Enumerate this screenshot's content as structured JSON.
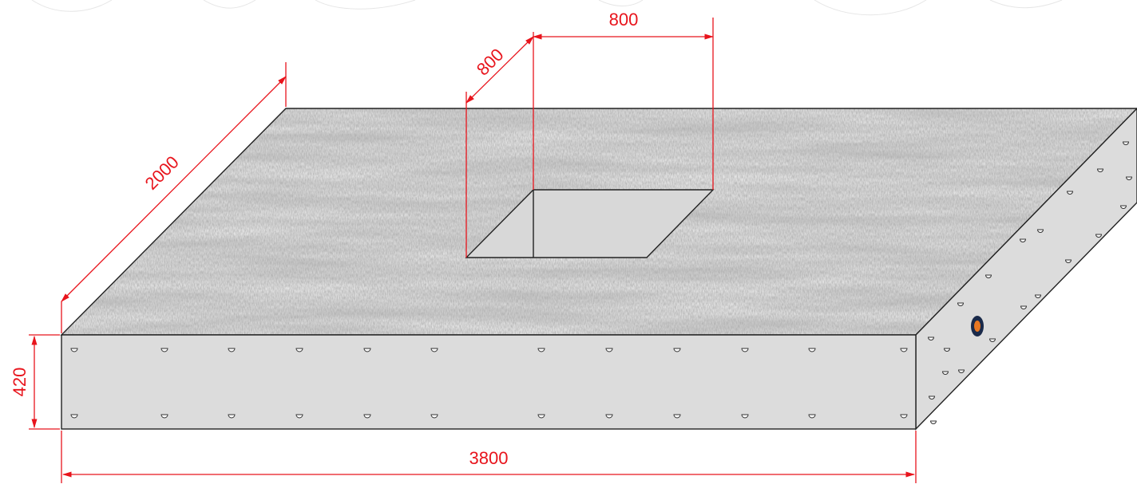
{
  "dimensions": {
    "length": "3800",
    "width": "2000",
    "thickness": "420",
    "opening_width": "800",
    "opening_depth": "800"
  },
  "colors": {
    "dimension": "#e8141c",
    "side_face": "#dcdcdc",
    "edge": "#222222",
    "accent_dot": "#e87722",
    "accent_ring": "#1a2a4a"
  },
  "features": {
    "top_surface": "grey textured (granite-like)",
    "front_bolt_rows": 2,
    "front_bolts_per_row": 12,
    "side_port_count": 1
  }
}
